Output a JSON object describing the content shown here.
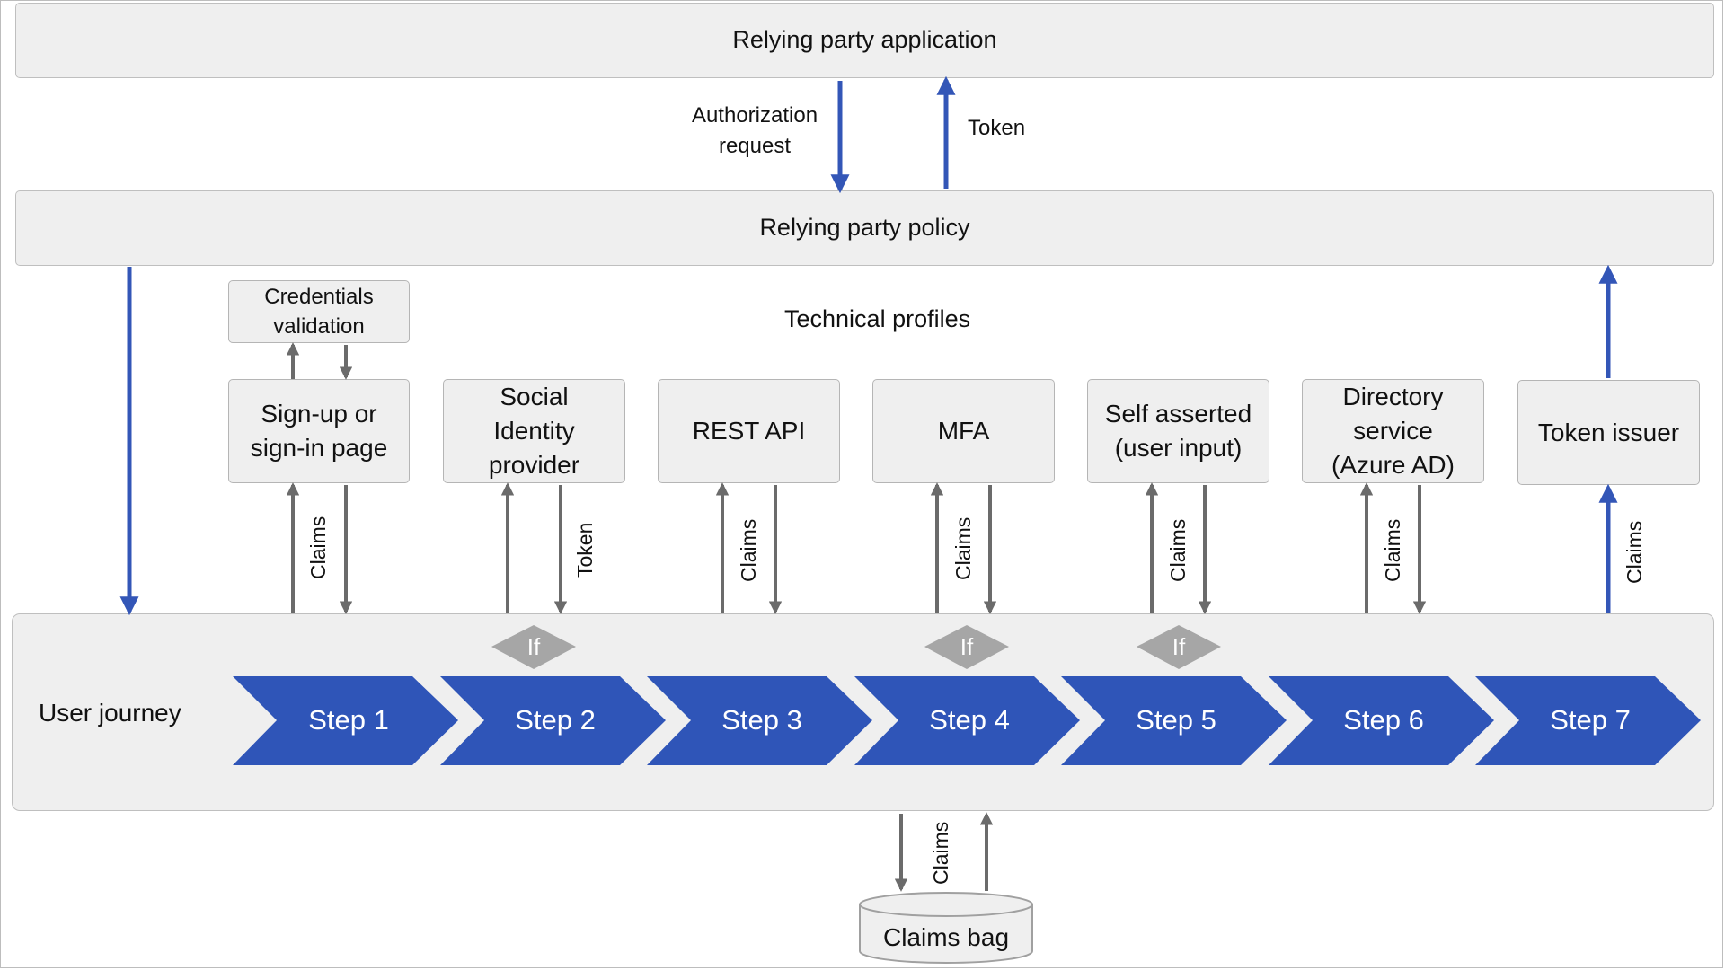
{
  "colors": {
    "step_blue": "#2f55b8",
    "arrow_blue": "#3356b7",
    "arrow_gray": "#6b6b6b",
    "diamond_gray": "#a6a6a6",
    "box_fill": "#efefef"
  },
  "relying_party_application": {
    "label": "Relying party application"
  },
  "relying_party_policy": {
    "label": "Relying party policy"
  },
  "authorization_request": {
    "line1": "Authorization",
    "line2": "request"
  },
  "token_label": "Token",
  "technical_profiles_label": "Technical profiles",
  "credentials_validation": {
    "line1": "Credentials",
    "line2": "validation"
  },
  "profiles": [
    {
      "lines": [
        "Sign-up or",
        "sign-in page"
      ],
      "arrow_label": "Claims"
    },
    {
      "lines": [
        "Social",
        "Identity",
        "provider"
      ],
      "arrow_label": "Token"
    },
    {
      "lines": [
        "REST API"
      ],
      "arrow_label": "Claims"
    },
    {
      "lines": [
        "MFA"
      ],
      "arrow_label": "Claims"
    },
    {
      "lines": [
        "Self asserted",
        "(user input)"
      ],
      "arrow_label": "Claims"
    },
    {
      "lines": [
        "Directory",
        "service",
        "(Azure AD)"
      ],
      "arrow_label": "Claims"
    },
    {
      "lines": [
        "Token issuer"
      ],
      "arrow_label": "Claims"
    }
  ],
  "user_journey": {
    "label": "User journey",
    "steps": [
      "Step 1",
      "Step 2",
      "Step 3",
      "Step 4",
      "Step 5",
      "Step 6",
      "Step 7"
    ],
    "conditional_label": "If",
    "conditional_steps": [
      2,
      4,
      5
    ]
  },
  "claims_bag": {
    "label": "Claims bag",
    "arrow_label": "Claims"
  }
}
